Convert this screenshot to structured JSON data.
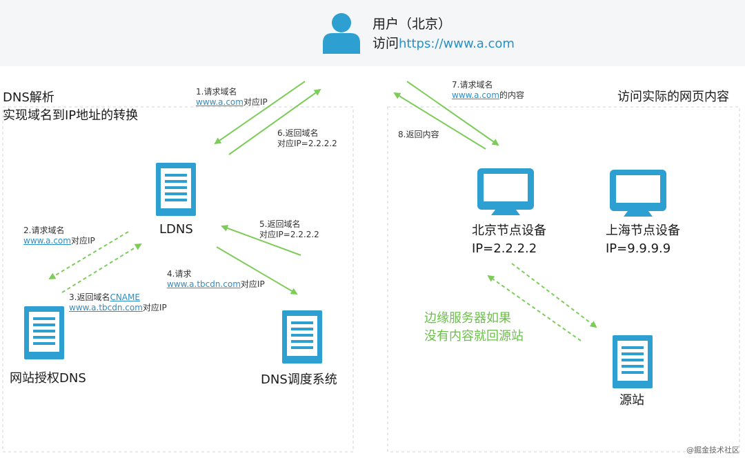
{
  "header": {
    "user_line": "用户（北京）",
    "visit_label": "访问",
    "visit_url": "https://www.a.com"
  },
  "left_panel": {
    "title_1": "DNS解析",
    "title_2": "实现域名到IP地址的转换"
  },
  "right_panel": {
    "title": "访问实际的网页内容"
  },
  "nodes": {
    "ldns": "LDNS",
    "auth_dns": "网站授权DNS",
    "dns_dispatch": "DNS调度系统",
    "beijing_name": "北京节点设备",
    "beijing_ip": "IP=2.2.2.2",
    "shanghai_name": "上海节点设备",
    "shanghai_ip": "IP=9.9.9.9",
    "origin": "源站"
  },
  "steps": {
    "s1_a": "1.请求域名",
    "s1_link": "www.a.com",
    "s1_b": "对应IP",
    "s2_a": "2.请求域名",
    "s2_link": "www.a.com",
    "s2_b": "对应IP",
    "s3_a": "3.返回域名",
    "s3_cname": "CNAME",
    "s3_link": "www.a.tbcdn.com",
    "s3_b": "对应IP",
    "s4_a": "4.请求",
    "s4_link": "www.a.tbcdn.com",
    "s4_b": "对应IP",
    "s5_a": "5.返回域名",
    "s5_b": "对应IP=2.2.2.2",
    "s6_a": "6.返回域名",
    "s6_b": "对应IP=2.2.2.2",
    "s7_a": "7.请求域名",
    "s7_link": "www.a.com",
    "s7_b": "的内容",
    "s8": "8.返回内容"
  },
  "edge_note": {
    "line1": "边缘服务器如果",
    "line2": "没有内容就回源站"
  },
  "watermark": "@掘金技术社区",
  "colors": {
    "icon_blue": "#2e9fd1",
    "arrow_green": "#7dcc5a",
    "link_blue": "#2a8fc6",
    "header_bg": "#f4f6f8"
  }
}
